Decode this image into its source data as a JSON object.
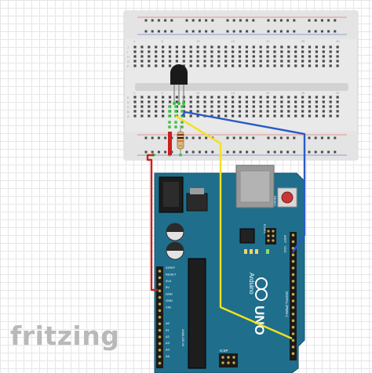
{
  "brand": {
    "logo_text": "fritzing"
  },
  "colors": {
    "wire_power": "#cc1f1f",
    "wire_signal": "#f2e21b",
    "wire_ground": "#2a5ac7",
    "board": "#1f6e8c",
    "breadboard": "#e8e8e8",
    "component_pin_lit": "#37c43c"
  },
  "breadboard": {
    "column_numbers": [
      "1",
      "5",
      "10",
      "15",
      "20",
      "25",
      "30"
    ],
    "row_letters_top": [
      "J",
      "I",
      "H",
      "G",
      "F"
    ],
    "row_letters_bottom": [
      "E",
      "D",
      "C",
      "B",
      "A"
    ]
  },
  "components": {
    "sensor": {
      "kind": "TO-92 temperature sensor",
      "icon": "transistor-icon"
    },
    "resistor": {
      "kind": "resistor",
      "icon": "resistor-icon"
    }
  },
  "arduino": {
    "model_text": "UNO",
    "brand_text": "Arduino",
    "power_labels": [
      "IOREF",
      "RESET",
      "3V3",
      "5V",
      "GND",
      "GND",
      "VIN"
    ],
    "analog_header": "ANALOG IN",
    "analog_labels": [
      "A0",
      "A1",
      "A2",
      "A3",
      "A4",
      "A5"
    ],
    "digital_header": "DIGITAL (PWM~)",
    "top_labels": [
      "AREF",
      "GND"
    ],
    "icsp_label": "ICSP",
    "icsp2_label": "ICSP2",
    "reset_label": "RESET",
    "led_labels": [
      "L",
      "TX",
      "RX",
      "ON"
    ]
  }
}
